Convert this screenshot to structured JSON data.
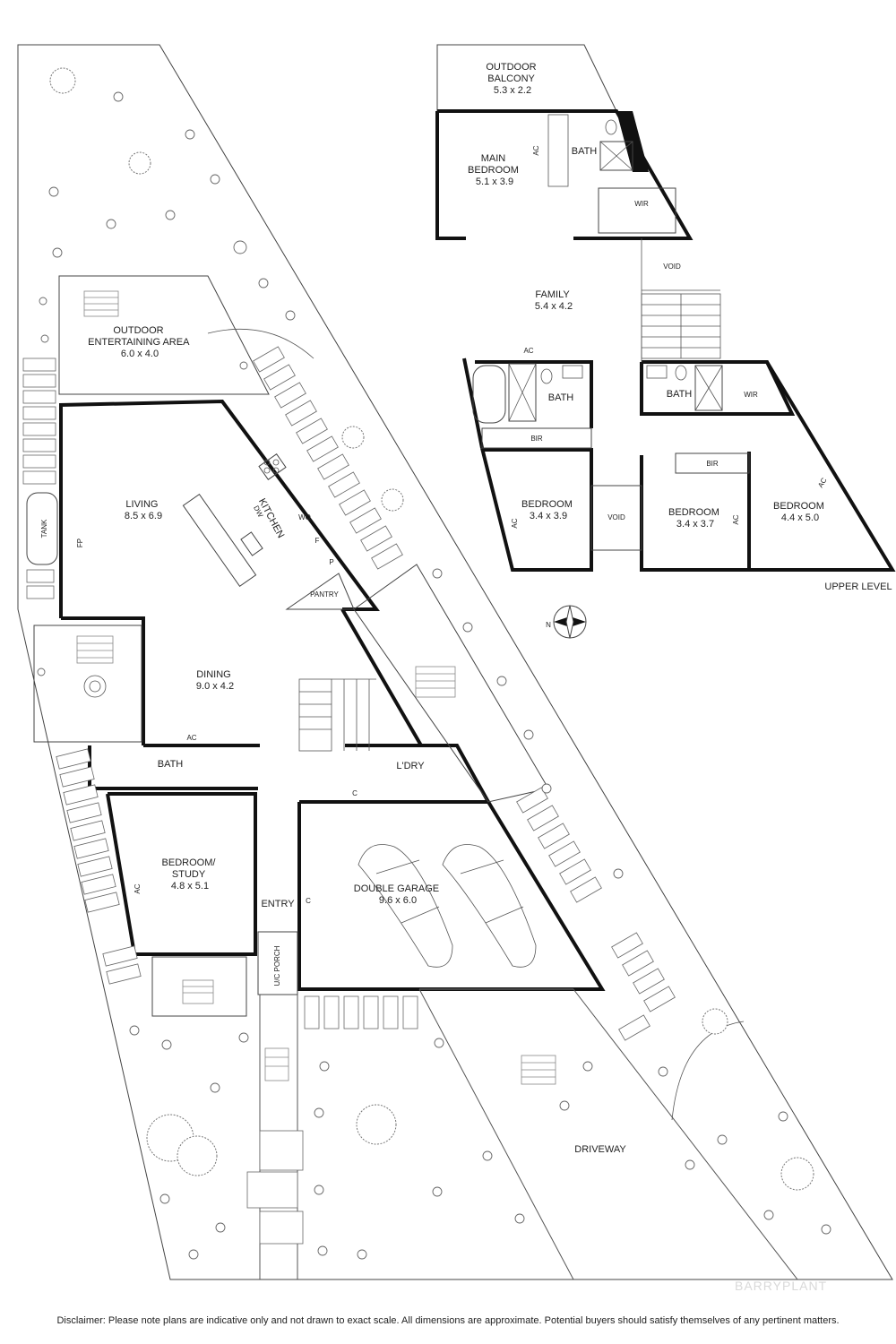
{
  "rooms": {
    "outdoor_balcony": [
      "OUTDOOR",
      "BALCONY",
      "5.3 x 2.2"
    ],
    "main_bedroom": [
      "MAIN",
      "BEDROOM",
      "5.1 x 3.9"
    ],
    "family": [
      "FAMILY",
      "5.4 x 4.2"
    ],
    "bedroom_left": [
      "BEDROOM",
      "3.4 x 3.9"
    ],
    "bedroom_mid": [
      "BEDROOM",
      "3.4 x 3.7"
    ],
    "bedroom_right": [
      "BEDROOM",
      "4.4 x 5.0"
    ],
    "outdoor_entertaining": [
      "OUTDOOR",
      "ENTERTAINING AREA",
      "6.0 x 4.0"
    ],
    "living": [
      "LIVING",
      "8.5 x 6.9"
    ],
    "dining": [
      "DINING",
      "9.0 x 4.2"
    ],
    "bedroom_study": [
      "BEDROOM/",
      "STUDY",
      "4.8 x 5.1"
    ],
    "double_garage": [
      "DOUBLE GARAGE",
      "9.6 x 6.0"
    ]
  },
  "labels": {
    "bath": "BATH",
    "wir": "WIR",
    "void": "VOID",
    "bir": "BIR",
    "ac": "AC",
    "kitchen": "KITCHEN",
    "dw": "DW",
    "wo": "WO",
    "f": "F",
    "p": "P",
    "pantry": "PANTRY",
    "tank": "TANK",
    "fp": "FP",
    "laundry": "L'DRY",
    "c": "C",
    "entry": "ENTRY",
    "uc_porch": "U/C PORCH",
    "driveway": "DRIVEWAY",
    "upper_level": "UPPER LEVEL",
    "north": "N"
  },
  "watermark": "BARRYPLANT",
  "disclaimer": "Disclaimer: Please note plans are indicative only and not drawn to exact scale. All dimensions are approximate. Potential buyers should satisfy themselves of any pertinent matters."
}
